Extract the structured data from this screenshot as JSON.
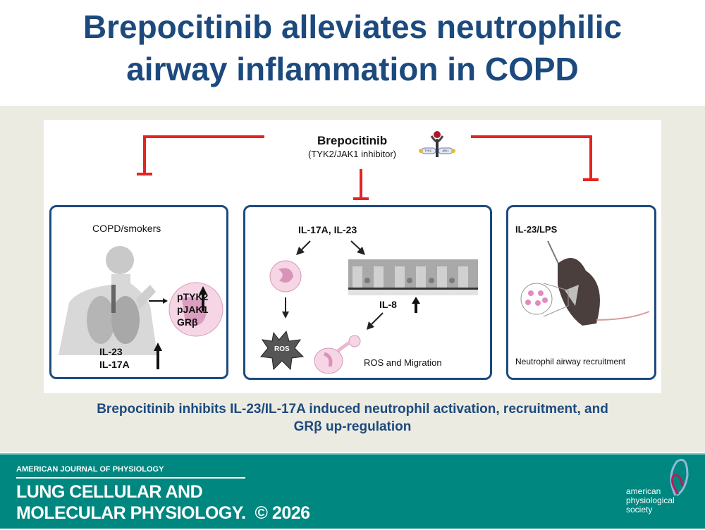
{
  "title": {
    "line1": "Brepocitinib alleviates neutrophilic",
    "line2": "airway inflammation in COPD"
  },
  "drug": {
    "name": "Brepocitinib",
    "subtitle": "(TYK2/JAK1 inhibitor)",
    "receptor_labels": [
      "TYK2",
      "JAK1"
    ]
  },
  "panel_left": {
    "heading": "COPD/smokers",
    "cell_markers": [
      "pTYK2",
      "pJAK1",
      "GRβ"
    ],
    "cytokines": [
      "IL-23",
      "IL-17A"
    ]
  },
  "panel_middle": {
    "stimulus": "IL-17A, IL-23",
    "ros": "ROS",
    "il8": "IL-8",
    "caption": "ROS and Migration"
  },
  "panel_right": {
    "stimulus": "IL-23/LPS",
    "caption": "Neutrophil airway recruitment"
  },
  "summary": {
    "line1": "Brepocitinib inhibits IL-23/IL-17A induced neutrophil activation, recruitment, and",
    "line2": "GRβ up-regulation"
  },
  "footer": {
    "journal_top": "AMERICAN JOURNAL OF PHYSIOLOGY",
    "journal_line1": "LUNG CELLULAR AND",
    "journal_line2": "MOLECULAR PHYSIOLOGY.",
    "copyright": "© 2026",
    "society": [
      "american",
      "physiological",
      "society"
    ]
  },
  "colors": {
    "title": "#1c4a7e",
    "inhibit": "#e52421",
    "footer": "#00877f",
    "band": "#ecebe1"
  }
}
